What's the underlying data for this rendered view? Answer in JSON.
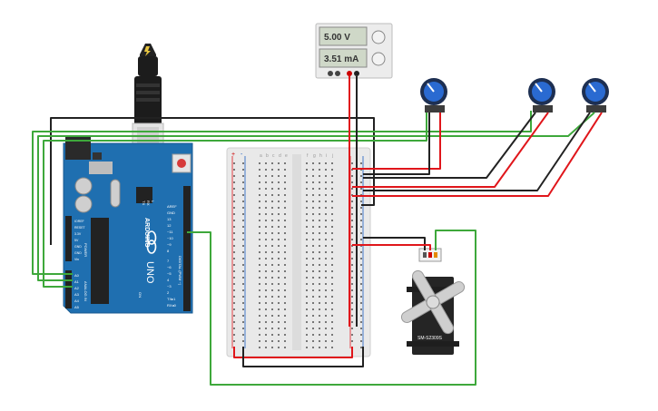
{
  "power_supply": {
    "voltage": "5.00 V",
    "current": "3.51 mA"
  },
  "arduino": {
    "brand": "ARDUINO",
    "model": "UNO",
    "power_header_labels": [
      "IOREF",
      "RESET",
      "3.3V",
      "5V",
      "GND",
      "GND",
      "Vin"
    ],
    "power_group": "POWER",
    "analog_pins": [
      "A0",
      "A1",
      "A2",
      "A3",
      "A4",
      "A5"
    ],
    "analog_group": "ANALOG IN",
    "digital_pins": [
      "AREF",
      "GND",
      "13",
      "12",
      "~11",
      "~10",
      "~9",
      "8",
      "7",
      "~6",
      "~5",
      "4",
      "~3",
      "2",
      "TX▸1",
      "RX◂0"
    ],
    "digital_group": "DIGITAL (PWM ~)",
    "leds": [
      "TX",
      "RX",
      "L"
    ],
    "on_label": "ON"
  },
  "breadboard": {
    "columns_left": [
      "a",
      "b",
      "c",
      "d",
      "e"
    ],
    "columns_right": [
      "f",
      "g",
      "h",
      "i",
      "j"
    ],
    "rail_plus": "+",
    "rail_minus": "-"
  },
  "servo": {
    "label": "SM-S2309S"
  },
  "colors": {
    "wire_red": "#e0161b",
    "wire_black": "#222222",
    "wire_green": "#3ea83b",
    "arduino_board": "#1f6fb0",
    "pot_knob": "#2a6ad1"
  }
}
